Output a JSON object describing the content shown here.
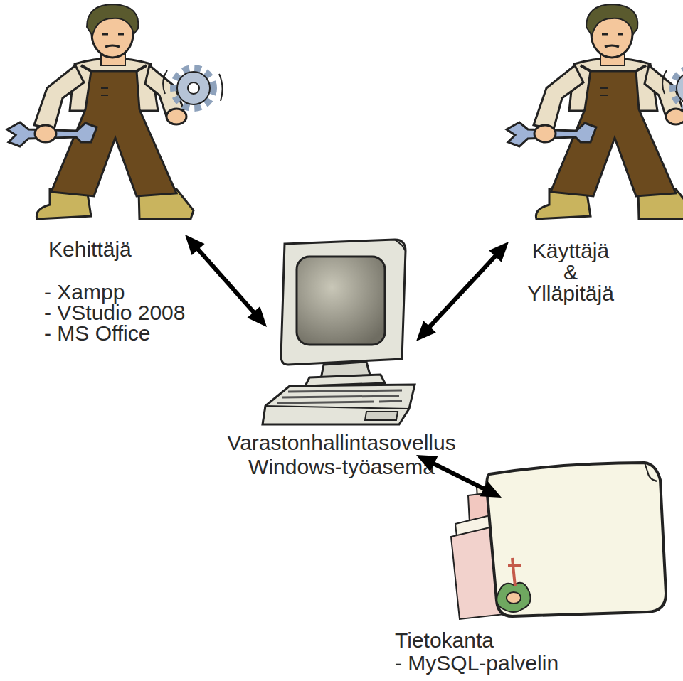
{
  "diagram": {
    "nodes": [
      {
        "text": [
          "Kehittäjä",
          "- Xampp",
          "- VStudio 2008",
          "- MS Office"
        ]
      },
      {
        "text": [
          "Käyttäjä & Ylläpitäjä"
        ]
      },
      {
        "text": [
          "Varastonhallintasovellus",
          "Windows-työasema"
        ]
      },
      {
        "text": [
          "Tietokanta",
          "- MySQL-palvelin"
        ]
      }
    ],
    "edges": [
      {
        "from": 0,
        "to": 2,
        "arrow": "both"
      },
      {
        "from": 1,
        "to": 2,
        "arrow": "both"
      },
      {
        "from": 2,
        "to": 3,
        "arrow": "both"
      }
    ]
  }
}
